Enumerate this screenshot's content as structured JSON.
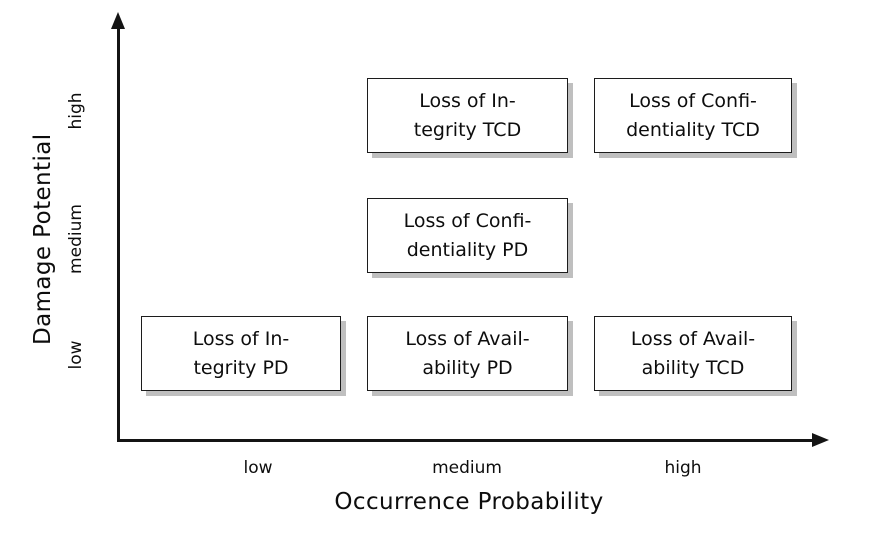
{
  "chart_data": {
    "type": "table",
    "title": "",
    "xlabel": "Occurrence Probability",
    "ylabel": "Damage Potential",
    "x_ticks": [
      "low",
      "medium",
      "high"
    ],
    "y_ticks": [
      "low",
      "medium",
      "high"
    ],
    "grid": false,
    "legend": "none",
    "cells": [
      {
        "x": "medium",
        "y": "high",
        "label": "Loss of Integrity TCD",
        "line1": "Loss of In-",
        "line2": "tegrity TCD"
      },
      {
        "x": "high",
        "y": "high",
        "label": "Loss of Confidentiality TCD",
        "line1": "Loss of Confi-",
        "line2": "dentiality TCD"
      },
      {
        "x": "medium",
        "y": "medium",
        "label": "Loss of Confidentiality PD",
        "line1": "Loss of Confi-",
        "line2": "dentiality PD"
      },
      {
        "x": "low",
        "y": "low",
        "label": "Loss of Integrity PD",
        "line1": "Loss of In-",
        "line2": "tegrity PD"
      },
      {
        "x": "medium",
        "y": "low",
        "label": "Loss of Availability PD",
        "line1": "Loss of Avail-",
        "line2": "ability PD"
      },
      {
        "x": "high",
        "y": "low",
        "label": "Loss of Availability TCD",
        "line1": "Loss of Avail-",
        "line2": "ability TCD"
      }
    ]
  },
  "axes": {
    "y_title": "Damage Potential",
    "x_title": "Occurrence Probability",
    "y_ticks": {
      "high": "high",
      "medium": "medium",
      "low": "low"
    },
    "x_ticks": {
      "low": "low",
      "medium": "medium",
      "high": "high"
    },
    "axis_color": "#141414"
  },
  "boxes": {
    "integrity_tcd": {
      "line1": "Loss of In-",
      "line2": "tegrity TCD"
    },
    "confidentiality_tcd": {
      "line1": "Loss of Confi-",
      "line2": "dentiality TCD"
    },
    "confidentiality_pd": {
      "line1": "Loss of Confi-",
      "line2": "dentiality PD"
    },
    "integrity_pd": {
      "line1": "Loss of In-",
      "line2": "tegrity PD"
    },
    "availability_pd": {
      "line1": "Loss of Avail-",
      "line2": "ability PD"
    },
    "availability_tcd": {
      "line1": "Loss of Avail-",
      "line2": "ability TCD"
    }
  },
  "colors": {
    "background": "#ffffff",
    "box_fill": "#ffffff",
    "box_border": "#1c1c1c",
    "box_shadow": "#bfbfbf",
    "text": "#0d0d0d"
  }
}
